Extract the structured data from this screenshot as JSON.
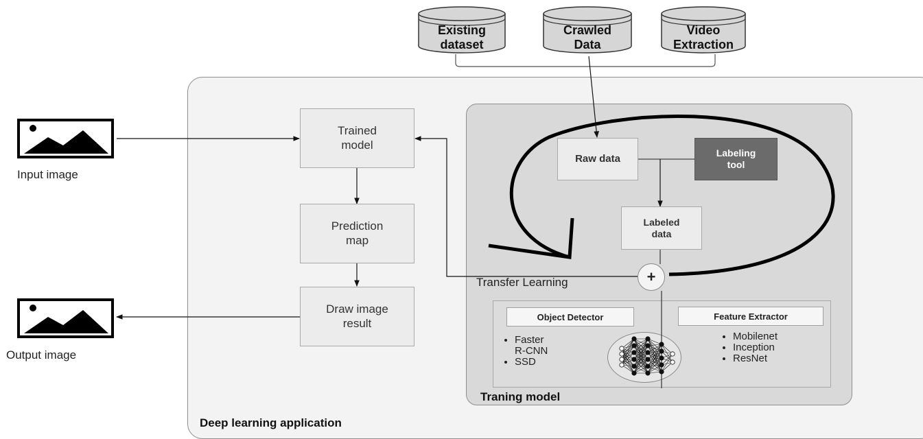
{
  "datasets": [
    {
      "label": "Existing\ndataset"
    },
    {
      "label": "Crawled\nData"
    },
    {
      "label": "Video\nExtraction"
    }
  ],
  "input_image": {
    "label": "Input image",
    "icon": "image-icon"
  },
  "output_image": {
    "label": "Output image",
    "icon": "image-icon"
  },
  "application": {
    "title": "Deep learning application"
  },
  "pipeline": {
    "trained_model": "Trained\nmodel",
    "prediction_map": "Prediction\nmap",
    "draw_result": "Draw image\nresult"
  },
  "training": {
    "title": "Traning model",
    "raw_data": "Raw data",
    "labeling_tool": "Labeling\ntool",
    "labeled_data": "Labeled\ndata",
    "transfer_learning": "Transfer Learning",
    "combine_symbol": "+",
    "object_detector": {
      "title": "Object Detector",
      "items": [
        "Faster\nR-CNN",
        "SSD"
      ]
    },
    "feature_extractor": {
      "title": "Feature Extractor",
      "items": [
        "Mobilenet",
        "Inception",
        "ResNet"
      ]
    },
    "network_icon": "neural-network-icon"
  },
  "colors": {
    "app_bg": "#f3f3f3",
    "train_bg": "#d9d9d9",
    "labeling_tool": "#6b6b6b",
    "db_fill": "#d6d6d6"
  }
}
